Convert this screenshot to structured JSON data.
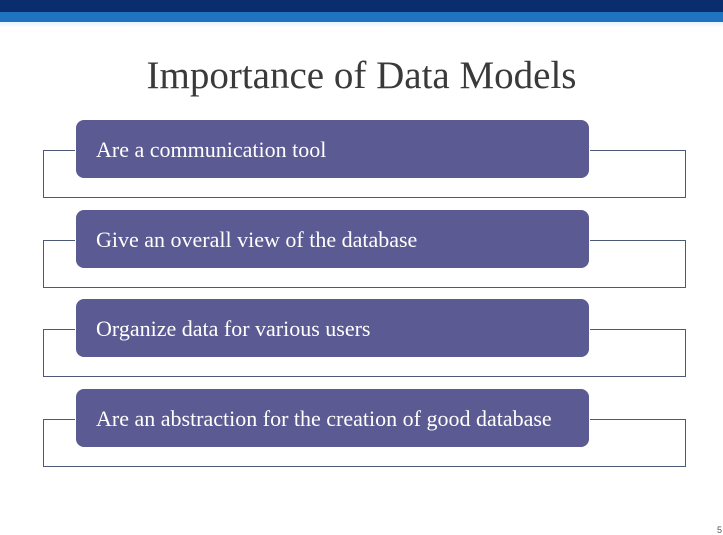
{
  "slide": {
    "title": "Importance of Data Models",
    "items": [
      {
        "label": "Are a communication tool"
      },
      {
        "label": "Give an overall view of the database"
      },
      {
        "label": "Organize data for various users"
      },
      {
        "label": "Are an abstraction for the creation of good database"
      }
    ],
    "page_number": "5"
  },
  "colors": {
    "header_dark": "#0a2d6e",
    "header_light": "#1f73c0",
    "pill_fill": "#5b5a92",
    "outline": "#4c5a78",
    "title_text": "#3a3a3a"
  }
}
